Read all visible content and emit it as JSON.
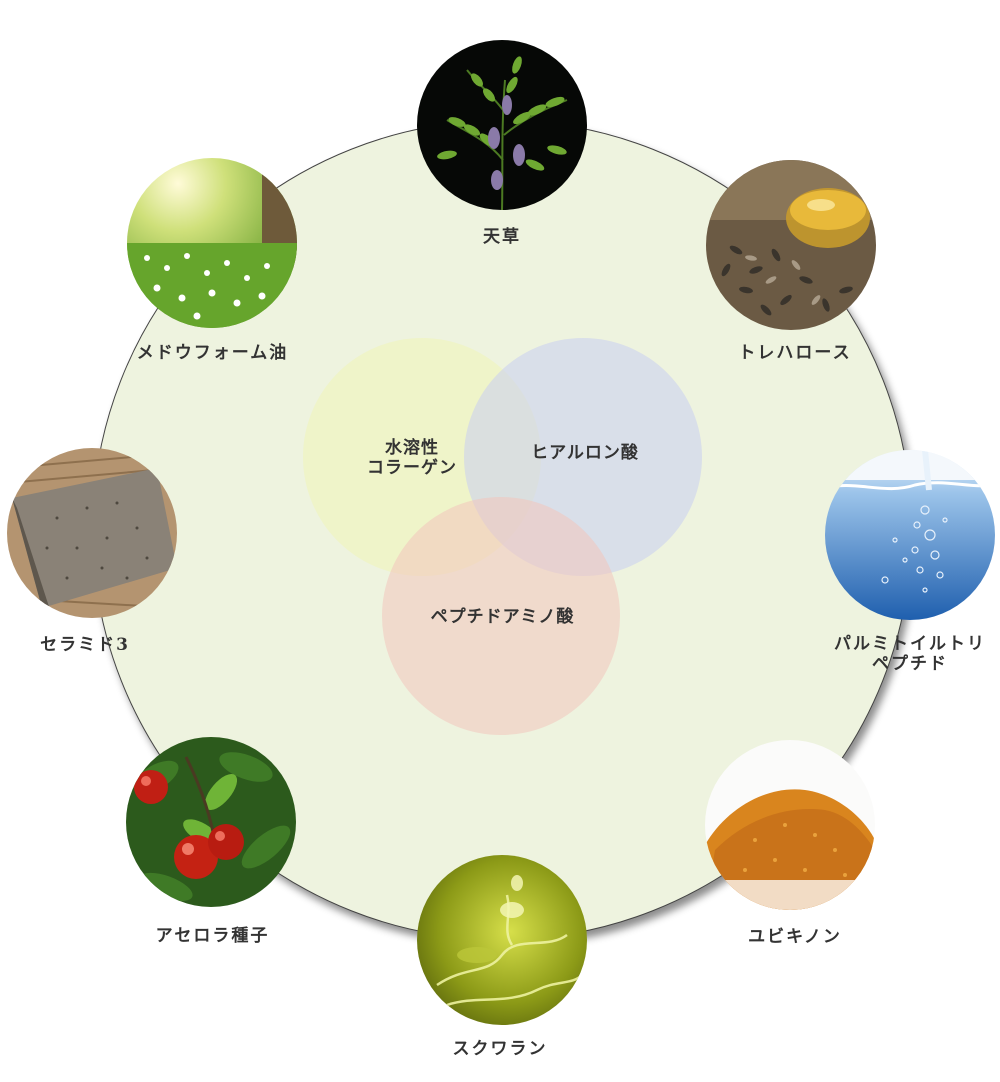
{
  "diagram": {
    "core_ingredients": [
      {
        "id": "collagen",
        "line1": "水溶性",
        "line2": "コラーゲン",
        "color": "#f1f4b7"
      },
      {
        "id": "hyaluronic",
        "label": "ヒアルロン酸",
        "color": "#c8cdf0"
      },
      {
        "id": "peptide",
        "label": "ペプチドアミノ酸",
        "color": "#f2c4bb"
      }
    ],
    "ingredients": [
      {
        "id": "tencha",
        "label": "天草",
        "icon": "licorice-plant-icon"
      },
      {
        "id": "trehalose",
        "label": "トレハロース",
        "icon": "seeds-oil-icon"
      },
      {
        "id": "palmitoyl",
        "line1": "パルミトイルトリ",
        "line2": "ペプチド",
        "icon": "water-bubbles-icon"
      },
      {
        "id": "ubiquinone",
        "label": "ユビキノン",
        "icon": "orange-powder-icon"
      },
      {
        "id": "squalane",
        "label": "スクワラン",
        "icon": "oil-splash-icon"
      },
      {
        "id": "acerola",
        "label": "アセロラ種子",
        "icon": "acerola-cherry-icon"
      },
      {
        "id": "ceramide",
        "label": "セラミド3",
        "icon": "soap-bar-icon"
      },
      {
        "id": "meadowfoam",
        "label": "メドウフォーム油",
        "icon": "meadow-flowers-icon"
      }
    ]
  }
}
